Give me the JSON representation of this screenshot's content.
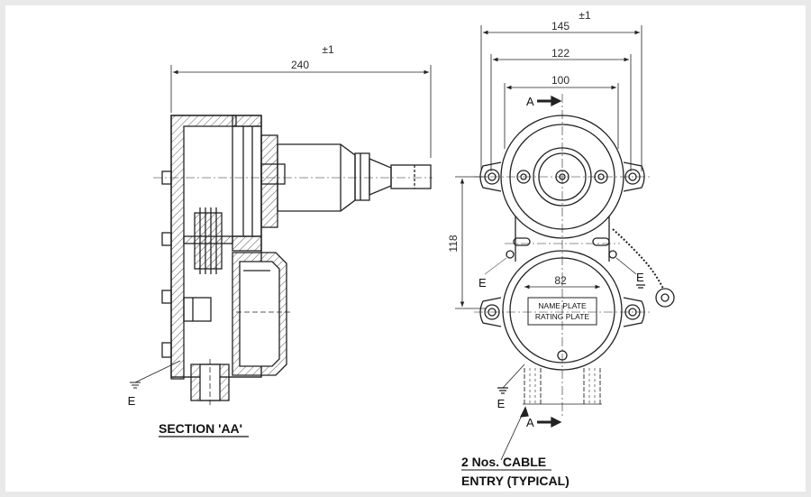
{
  "drawing": {
    "section_title": "SECTION 'AA'",
    "cable_entry_line1": "2 Nos. CABLE",
    "cable_entry_line2": "ENTRY (TYPICAL)",
    "earth_symbol": "E",
    "section_marker": "A",
    "name_plate": "NAME PLATE",
    "rating_plate": "RATING PLATE",
    "dimensions": {
      "overall_depth": "240",
      "overall_width": "145",
      "mount_width": "122",
      "cover_width": "100",
      "lower_width": "82",
      "mount_height": "118",
      "tolerance_left": "±1",
      "tolerance_right": "±1"
    }
  }
}
